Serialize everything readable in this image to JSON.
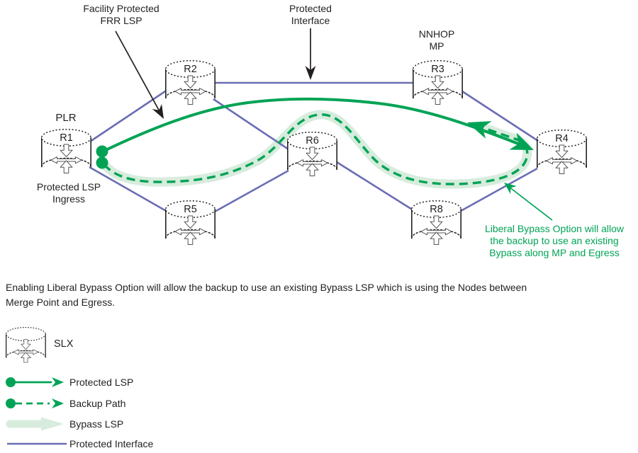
{
  "colors": {
    "green": "#00a355",
    "band": "#d7ecdd",
    "blue": "#6b6db4",
    "ink": "#231f20"
  },
  "diagram": {
    "callouts": {
      "facility": {
        "line1": "Facility Protected",
        "line2": "FRR LSP"
      },
      "protected_interface": {
        "line1": "Protected",
        "line2": "Interface"
      },
      "nnhop": {
        "line1": "NNHOP",
        "line2": "MP"
      },
      "plr": "PLR",
      "ingress": {
        "line1": "Protected LSP",
        "line2": "Ingress"
      },
      "liberal": {
        "line1": "Liberal Bypass Option will allow",
        "line2": "the backup to use an existing",
        "line3": "Bypass along MP and Egress"
      }
    },
    "routers": {
      "r1": "R1",
      "r2": "R2",
      "r3": "R3",
      "r4": "R4",
      "r5": "R5",
      "r6": "R6",
      "r8": "R8"
    }
  },
  "caption": {
    "line1": "Enabling Liberal Bypass Option will allow the backup to use an existing Bypass LSP which is using the Nodes between",
    "line2": "Merge Point and Egress."
  },
  "legend": {
    "device_label": "SLX",
    "items": [
      {
        "label": "Protected LSP"
      },
      {
        "label": "Backup Path"
      },
      {
        "label": "Bypass LSP"
      },
      {
        "label": "Protected Interface"
      }
    ]
  }
}
